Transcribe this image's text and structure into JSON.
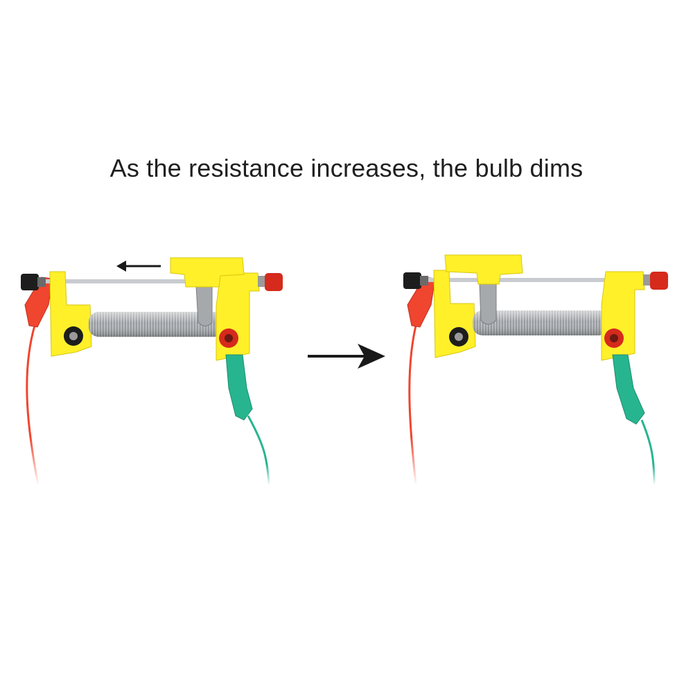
{
  "caption": "As the resistance increases, the bulb dims",
  "colors": {
    "housing": "#fff02a",
    "housing_shade": "#e0cf10",
    "coil": "#b9bcbf",
    "rod": "#c8ccd0",
    "wire_red": "#f0452e",
    "wire_green": "#27b58f",
    "knob_red": "#d52a1c",
    "knob_black": "#1d1d1d",
    "arrow": "#1a1a1a"
  },
  "icons": [
    "arrow-left-icon",
    "arrow-right-icon"
  ],
  "slider_positions": {
    "before": 0.66,
    "after": 0.32
  }
}
